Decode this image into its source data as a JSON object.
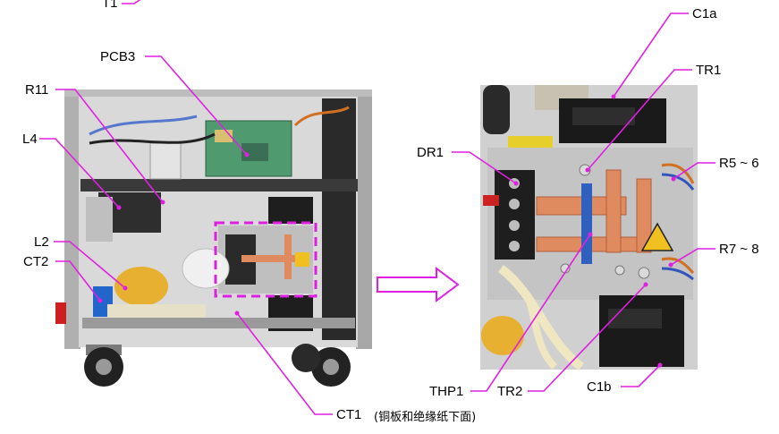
{
  "colors": {
    "leader": "#e020e0",
    "copper": "#e08a60",
    "chassis": "#c8c8c8",
    "photo_bg": "#d0d0d0"
  },
  "labels": {
    "t1": "T1",
    "pcb3": "PCB3",
    "r11": "R11",
    "l4": "L4",
    "l2": "L2",
    "ct2": "CT2",
    "ct1": "CT1",
    "ct1_note": "(铜板和绝缘纸下面)",
    "c1a": "C1a",
    "tr1": "TR1",
    "dr1": "DR1",
    "r5_6": "R5 ~ 6",
    "r7_8": "R7 ~ 8",
    "thp1": "THP1",
    "tr2": "TR2",
    "c1b": "C1b"
  },
  "icons": {
    "arrow": "outline-right-arrow-icon"
  }
}
